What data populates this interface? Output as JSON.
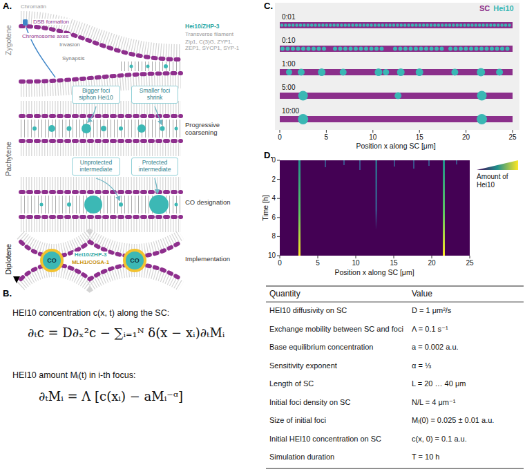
{
  "diagram": {
    "nodes": [
      {
        "text": [
          "Bigger foci siphon Hei10"
        ]
      },
      {
        "text": [
          "Smaller foci shrink"
        ]
      },
      {
        "text": [
          "Unprotected intermediate"
        ]
      },
      {
        "text": [
          "Protected intermediate"
        ]
      },
      {
        "text": [
          "CO"
        ]
      },
      {
        "text": [
          "CO"
        ]
      }
    ],
    "labels": [
      "A.",
      "Zygotene",
      "Pachytene",
      "Diplotene",
      "Chromatin",
      "DSB formation",
      "Chromosome axes",
      "Invasion",
      "Synapsis",
      "Hei10/ZHP-3",
      "Transverse filament",
      "Zip1, C(3)G, ZYP1, ZEP1, SYCP1, SYP-1",
      "Progressive coarsening",
      "CO designation",
      "Hei10/ZHP-3",
      "MLH1/COSA-1",
      "Implementation",
      "B.",
      "HEI10 concentration c(x, t) along the SC:",
      "∂ₜc = D∂ₓ²c − ∑ᵢ₌₁ᴺ δ(x − xᵢ)∂ₜMᵢ",
      "HEI10 amount Mᵢ(t) in i-th focus:",
      "∂ₜMᵢ = Λ [c(xᵢ) − aMᵢ⁻ᵅ]",
      "Quantity",
      "Value",
      "HEI10 diffusivity on SC",
      "D = 1 μm²/s",
      "Exchange mobility between SC and foci",
      "Λ = 0.1 s⁻¹",
      "Base equilibrium concentration",
      "a = 0.002 a.u.",
      "Sensitivity exponent",
      "α = ⅓",
      "Length of SC",
      "L = 20 … 40 μm",
      "Initial foci density on SC",
      "N/L = 4 μm⁻¹",
      "Size of initial foci",
      "Mᵢ(0) = 0.025 ± 0.01 a.u.",
      "Initial HEI10 concentration on SC",
      "c(x, 0) = 0.1 a.u.",
      "Simulation duration",
      "T = 10 h",
      "C.",
      "0:01",
      "0:10",
      "1:00",
      "5:00",
      "10:00",
      "0",
      "5",
      "10",
      "15",
      "20",
      "25",
      "Position x along SC [μm]",
      "D.",
      "0",
      "2",
      "4",
      "6",
      "8",
      "10",
      "Time [h]",
      "0",
      "5",
      "10",
      "15",
      "20",
      "25",
      "Position x along SC [μm]",
      "Amount of Hei10"
    ],
    "legend": [
      {
        "text": "SC",
        "color": "#8b2f8b"
      },
      {
        "text": "Hei10",
        "color": "#3ab7b4"
      }
    ]
  }
}
